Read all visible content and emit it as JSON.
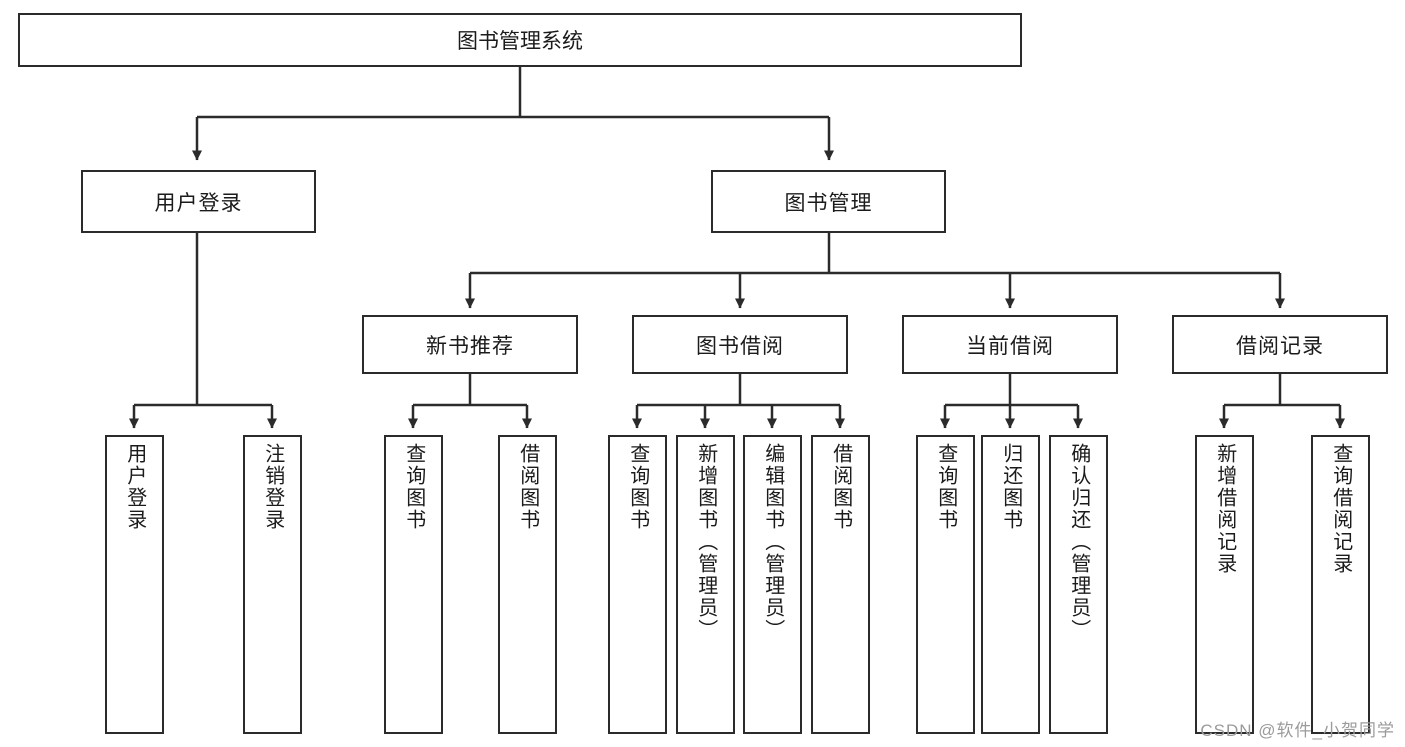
{
  "diagram": {
    "title": "图书管理系统",
    "root": {
      "label": "图书管理系统"
    },
    "level2": [
      {
        "label": "用户登录"
      },
      {
        "label": "图书管理"
      }
    ],
    "level3": [
      {
        "label": "新书推荐"
      },
      {
        "label": "图书借阅"
      },
      {
        "label": "当前借阅"
      },
      {
        "label": "借阅记录"
      }
    ],
    "leaves": {
      "user_login": [
        {
          "label": "用户登录"
        },
        {
          "label": "注销登录"
        }
      ],
      "new_book_recommend": [
        {
          "label": "查询图书"
        },
        {
          "label": "借阅图书"
        }
      ],
      "book_borrow": [
        {
          "label": "查询图书"
        },
        {
          "label": "新增图书（管理员）"
        },
        {
          "label": "编辑图书（管理员）"
        },
        {
          "label": "借阅图书"
        }
      ],
      "current_borrow": [
        {
          "label": "查询图书"
        },
        {
          "label": "归还图书"
        },
        {
          "label": "确认归还（管理员）"
        }
      ],
      "borrow_record": [
        {
          "label": "新增借阅记录"
        },
        {
          "label": "查询借阅记录"
        }
      ]
    },
    "watermark": "CSDN @软件_小贺同学",
    "colors": {
      "border": "#2b2b2b",
      "text": "#1b1b1b",
      "background": "#ffffff",
      "watermark": "#9b9b9b"
    }
  }
}
